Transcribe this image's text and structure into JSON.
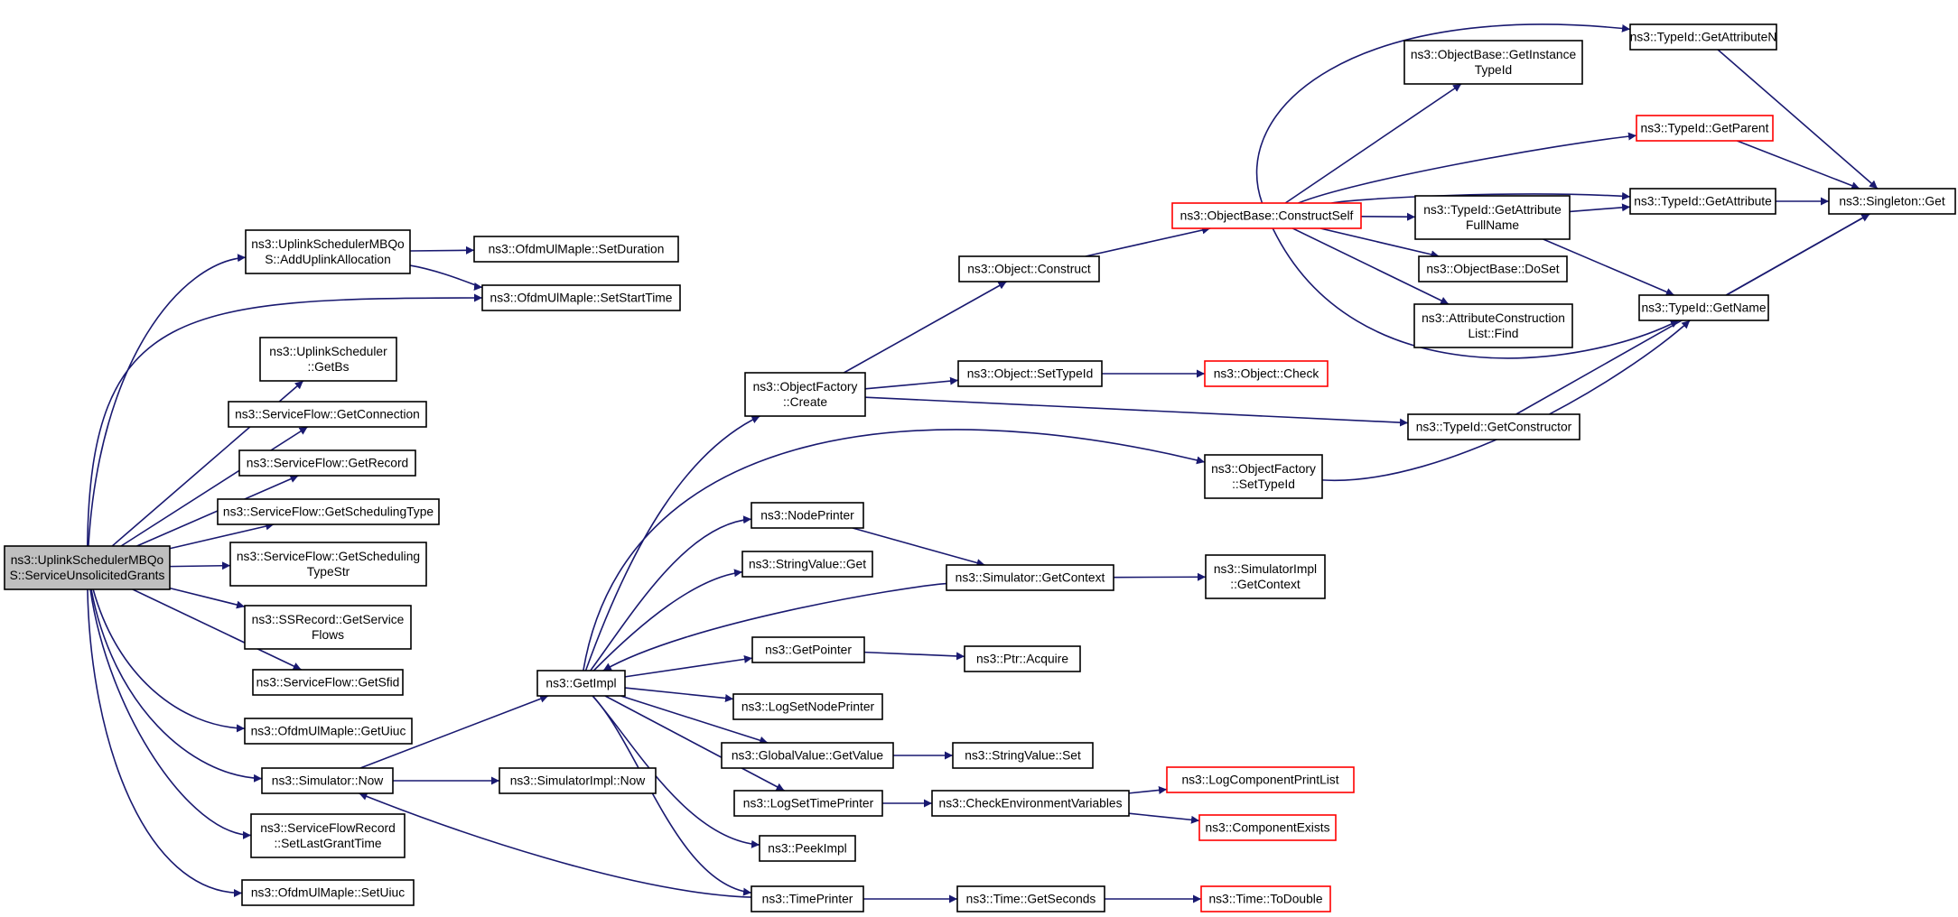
{
  "graph": {
    "edge_color": "#191970",
    "root_fill": "#bfbfbf",
    "truncated_border": "#ff0000",
    "nodes": [
      {
        "id": "n0",
        "lines": [
          "ns3::UplinkSchedulerMBQo",
          "S::ServiceUnsolicitedGrants"
        ],
        "style": "root"
      },
      {
        "id": "n1",
        "lines": [
          "ns3::UplinkSchedulerMBQo",
          "S::AddUplinkAllocation"
        ]
      },
      {
        "id": "n2",
        "lines": [
          "ns3::OfdmUlMaple::SetDuration"
        ]
      },
      {
        "id": "n3",
        "lines": [
          "ns3::OfdmUlMaple::SetStartTime"
        ]
      },
      {
        "id": "n4",
        "lines": [
          "ns3::UplinkScheduler",
          "::GetBs"
        ]
      },
      {
        "id": "n5",
        "lines": [
          "ns3::ServiceFlow::GetConnection"
        ]
      },
      {
        "id": "n6",
        "lines": [
          "ns3::ServiceFlow::GetRecord"
        ]
      },
      {
        "id": "n7",
        "lines": [
          "ns3::ServiceFlow::GetSchedulingType"
        ]
      },
      {
        "id": "n8",
        "lines": [
          "ns3::ServiceFlow::GetScheduling",
          "TypeStr"
        ]
      },
      {
        "id": "n9",
        "lines": [
          "ns3::SSRecord::GetService",
          "Flows"
        ]
      },
      {
        "id": "n10",
        "lines": [
          "ns3::ServiceFlow::GetSfid"
        ]
      },
      {
        "id": "n11",
        "lines": [
          "ns3::OfdmUlMaple::GetUiuc"
        ]
      },
      {
        "id": "n12",
        "lines": [
          "ns3::Simulator::Now"
        ]
      },
      {
        "id": "n13",
        "lines": [
          "ns3::ServiceFlowRecord",
          "::SetLastGrantTime"
        ]
      },
      {
        "id": "n14",
        "lines": [
          "ns3::OfdmUlMaple::SetUiuc"
        ]
      },
      {
        "id": "n15",
        "lines": [
          "ns3::GetImpl"
        ]
      },
      {
        "id": "n16",
        "lines": [
          "ns3::SimulatorImpl::Now"
        ]
      },
      {
        "id": "n17",
        "lines": [
          "ns3::ObjectFactory",
          "::Create"
        ]
      },
      {
        "id": "n18",
        "lines": [
          "ns3::NodePrinter"
        ]
      },
      {
        "id": "n19",
        "lines": [
          "ns3::StringValue::Get"
        ]
      },
      {
        "id": "n20",
        "lines": [
          "ns3::GetPointer"
        ]
      },
      {
        "id": "n21",
        "lines": [
          "ns3::LogSetNodePrinter"
        ]
      },
      {
        "id": "n22",
        "lines": [
          "ns3::GlobalValue::GetValue"
        ]
      },
      {
        "id": "n23",
        "lines": [
          "ns3::LogSetTimePrinter"
        ]
      },
      {
        "id": "n24",
        "lines": [
          "ns3::PeekImpl"
        ]
      },
      {
        "id": "n25",
        "lines": [
          "ns3::TimePrinter"
        ]
      },
      {
        "id": "n26",
        "lines": [
          "ns3::Object::Construct"
        ]
      },
      {
        "id": "n27",
        "lines": [
          "ns3::Object::SetTypeId"
        ]
      },
      {
        "id": "n28",
        "lines": [
          "ns3::ObjectFactory",
          "::SetTypeId"
        ]
      },
      {
        "id": "n29",
        "lines": [
          "ns3::Simulator::GetContext"
        ]
      },
      {
        "id": "n30",
        "lines": [
          "ns3::Ptr::Acquire"
        ]
      },
      {
        "id": "n31",
        "lines": [
          "ns3::StringValue::Set"
        ]
      },
      {
        "id": "n32",
        "lines": [
          "ns3::CheckEnvironmentVariables"
        ]
      },
      {
        "id": "n33",
        "lines": [
          "ns3::Time::GetSeconds"
        ]
      },
      {
        "id": "n34",
        "lines": [
          "ns3::ObjectBase::ConstructSelf"
        ],
        "style": "truncated"
      },
      {
        "id": "n35",
        "lines": [
          "ns3::Object::Check"
        ],
        "style": "truncated"
      },
      {
        "id": "n36",
        "lines": [
          "ns3::SimulatorImpl",
          "::GetContext"
        ]
      },
      {
        "id": "n37",
        "lines": [
          "ns3::LogComponentPrintList"
        ],
        "style": "truncated"
      },
      {
        "id": "n38",
        "lines": [
          "ns3::ComponentExists"
        ],
        "style": "truncated"
      },
      {
        "id": "n39",
        "lines": [
          "ns3::Time::ToDouble"
        ],
        "style": "truncated"
      },
      {
        "id": "n40",
        "lines": [
          "ns3::ObjectBase::GetInstance",
          "TypeId"
        ]
      },
      {
        "id": "n41",
        "lines": [
          "ns3::TypeId::GetAttribute",
          "FullName"
        ]
      },
      {
        "id": "n42",
        "lines": [
          "ns3::ObjectBase::DoSet"
        ]
      },
      {
        "id": "n43",
        "lines": [
          "ns3::AttributeConstruction",
          "List::Find"
        ]
      },
      {
        "id": "n44",
        "lines": [
          "ns3::TypeId::GetConstructor"
        ]
      },
      {
        "id": "n45",
        "lines": [
          "ns3::TypeId::GetAttributeN"
        ]
      },
      {
        "id": "n46",
        "lines": [
          "ns3::TypeId::GetParent"
        ],
        "style": "truncated"
      },
      {
        "id": "n47",
        "lines": [
          "ns3::TypeId::GetAttribute"
        ]
      },
      {
        "id": "n48",
        "lines": [
          "ns3::TypeId::GetName"
        ]
      },
      {
        "id": "n49",
        "lines": [
          "ns3::Singleton::Get"
        ]
      }
    ],
    "edges": [
      [
        "n0",
        "n1"
      ],
      [
        "n0",
        "n3"
      ],
      [
        "n0",
        "n4"
      ],
      [
        "n0",
        "n5"
      ],
      [
        "n0",
        "n6"
      ],
      [
        "n0",
        "n7"
      ],
      [
        "n0",
        "n8"
      ],
      [
        "n0",
        "n9"
      ],
      [
        "n0",
        "n10"
      ],
      [
        "n0",
        "n11"
      ],
      [
        "n0",
        "n12"
      ],
      [
        "n0",
        "n13"
      ],
      [
        "n0",
        "n14"
      ],
      [
        "n1",
        "n2"
      ],
      [
        "n1",
        "n3"
      ],
      [
        "n12",
        "n15"
      ],
      [
        "n12",
        "n16"
      ],
      [
        "n15",
        "n17"
      ],
      [
        "n15",
        "n18"
      ],
      [
        "n15",
        "n19"
      ],
      [
        "n15",
        "n20"
      ],
      [
        "n15",
        "n21"
      ],
      [
        "n15",
        "n22"
      ],
      [
        "n15",
        "n23"
      ],
      [
        "n15",
        "n24"
      ],
      [
        "n15",
        "n25"
      ],
      [
        "n15",
        "n28"
      ],
      [
        "n17",
        "n26"
      ],
      [
        "n17",
        "n27"
      ],
      [
        "n17",
        "n44"
      ],
      [
        "n18",
        "n29"
      ],
      [
        "n29",
        "n15"
      ],
      [
        "n29",
        "n36"
      ],
      [
        "n20",
        "n30"
      ],
      [
        "n22",
        "n31"
      ],
      [
        "n23",
        "n32"
      ],
      [
        "n32",
        "n37"
      ],
      [
        "n32",
        "n38"
      ],
      [
        "n25",
        "n12"
      ],
      [
        "n25",
        "n33"
      ],
      [
        "n33",
        "n39"
      ],
      [
        "n26",
        "n34"
      ],
      [
        "n27",
        "n35"
      ],
      [
        "n28",
        "n48"
      ],
      [
        "n34",
        "n45"
      ],
      [
        "n34",
        "n40"
      ],
      [
        "n34",
        "n46"
      ],
      [
        "n34",
        "n47"
      ],
      [
        "n34",
        "n41"
      ],
      [
        "n34",
        "n42"
      ],
      [
        "n34",
        "n43"
      ],
      [
        "n34",
        "n48"
      ],
      [
        "n41",
        "n47"
      ],
      [
        "n41",
        "n48"
      ],
      [
        "n45",
        "n49"
      ],
      [
        "n46",
        "n49"
      ],
      [
        "n47",
        "n49"
      ],
      [
        "n48",
        "n49"
      ],
      [
        "n44",
        "n49"
      ]
    ]
  }
}
